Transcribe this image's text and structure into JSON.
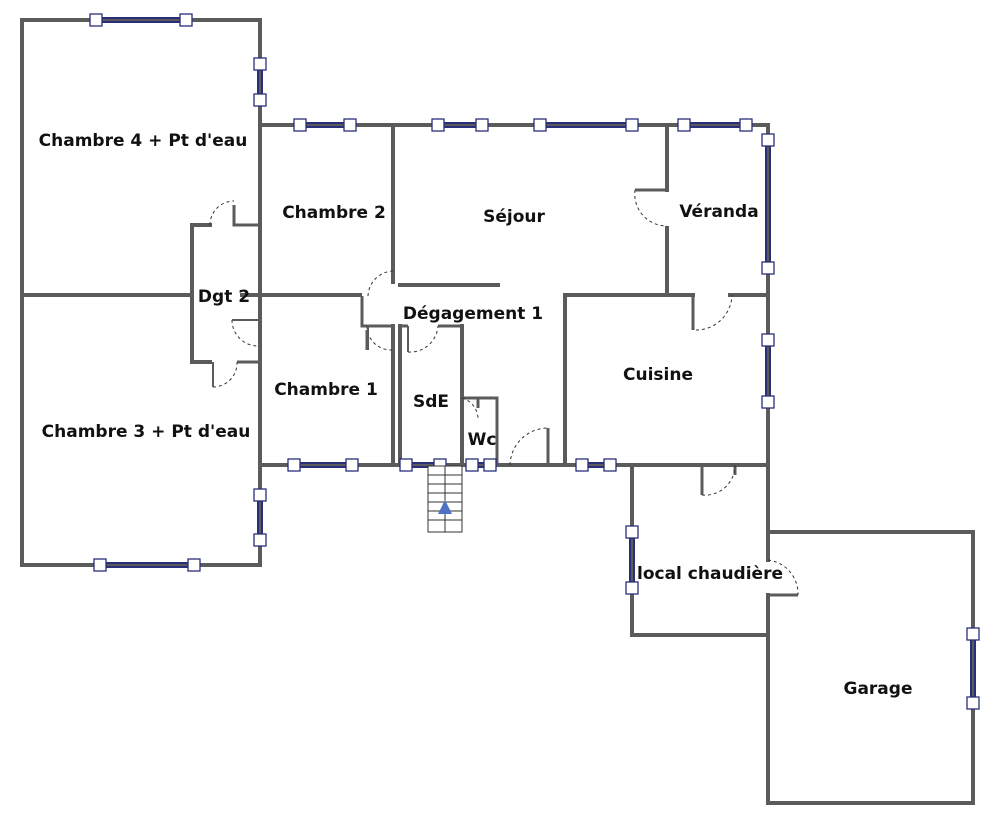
{
  "rooms": {
    "chambre4": "Chambre 4 + Pt d'eau",
    "chambre3": "Chambre 3 + Pt d'eau",
    "chambre2": "Chambre 2",
    "chambre1": "Chambre 1",
    "dgt2": "Dgt 2",
    "sejour": "Séjour",
    "veranda": "Véranda",
    "degagement1": "Dégagement 1",
    "cuisine": "Cuisine",
    "sde": "SdE",
    "wc": "Wc",
    "local_chaudiere": "local chaudière",
    "garage": "Garage"
  },
  "colors": {
    "wall": "#5b5b5b",
    "window": "#2a2f7a",
    "stairs_arrow": "#4f73c4"
  }
}
